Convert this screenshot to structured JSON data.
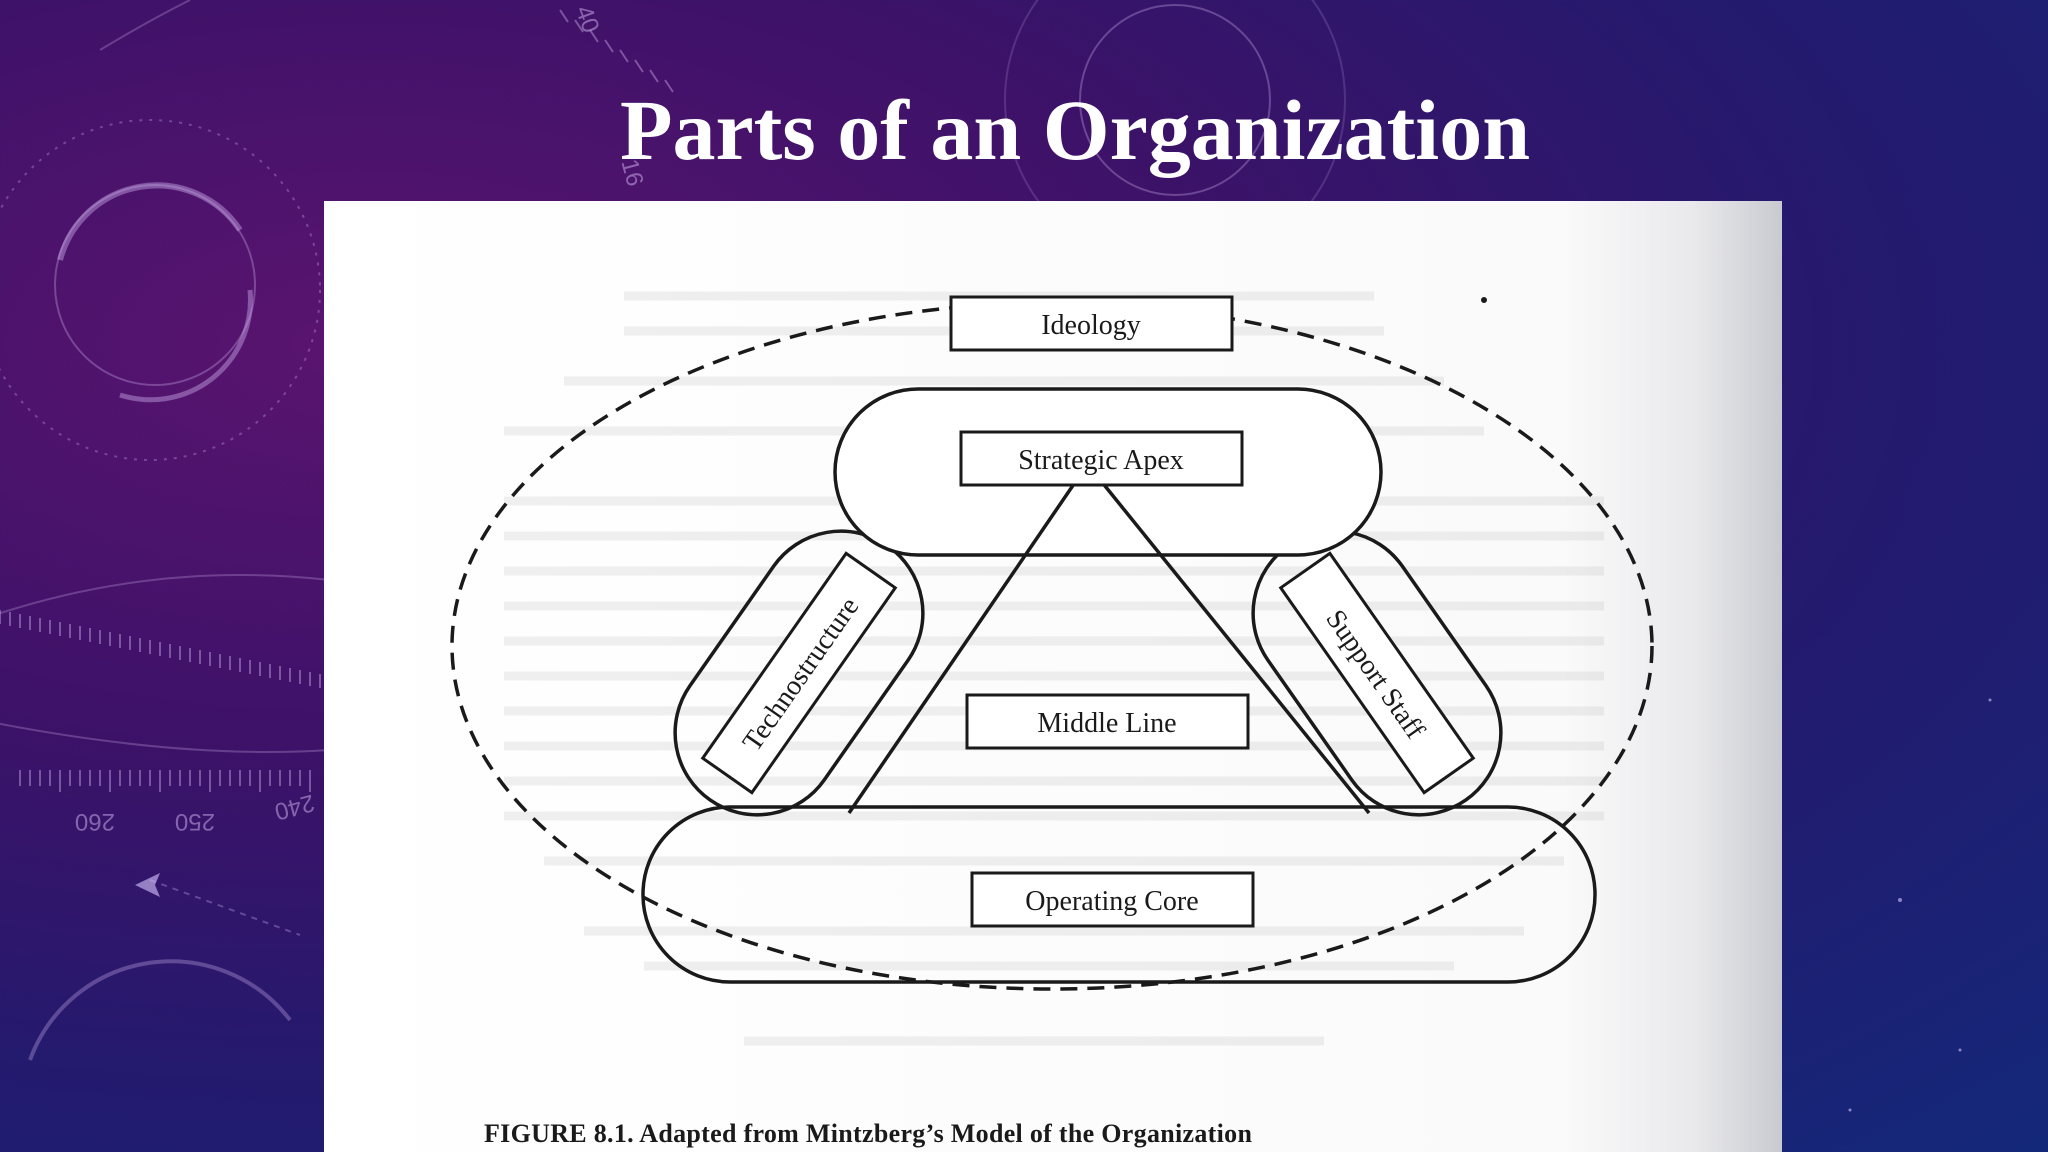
{
  "slide": {
    "title": "Parts of an Organization"
  },
  "decor": {
    "dial_labels": [
      "260",
      "250",
      "240"
    ],
    "dial_label_top": "40",
    "dial_label_mid": "16"
  },
  "diagram": {
    "nodes": {
      "ideology": "Ideology",
      "strategic_apex": "Strategic Apex",
      "technostructure": "Technostructure",
      "support_staff": "Support Staff",
      "middle_line": "Middle Line",
      "operating_core": "Operating Core"
    },
    "caption": "FIGURE 8.1. Adapted from Mintzberg’s Model of the Organization"
  }
}
